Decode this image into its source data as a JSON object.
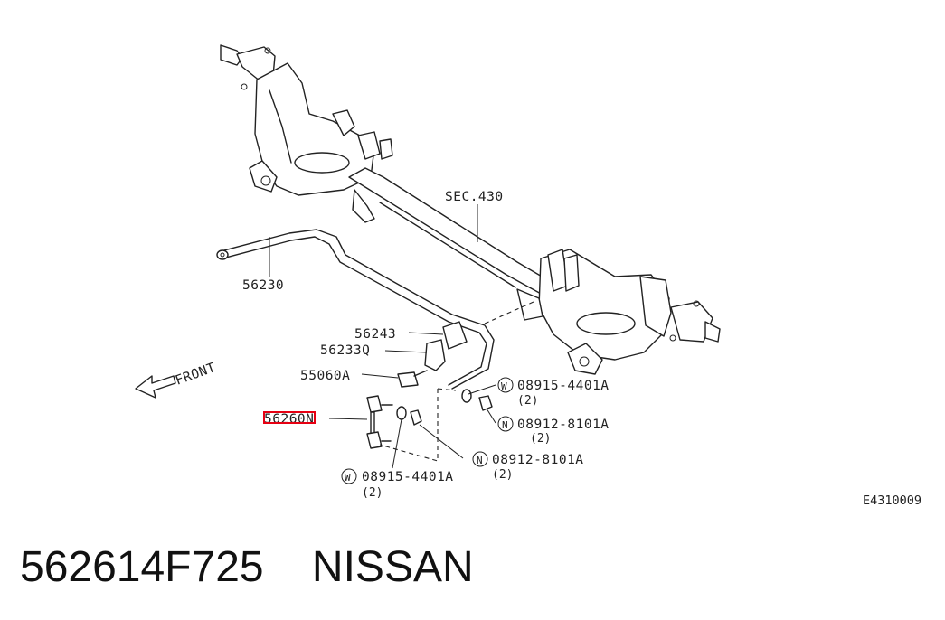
{
  "diagram": {
    "sec_ref": "SEC.430",
    "direction_label": "FRONT",
    "figure_code": "E4310009",
    "parts": {
      "stabilizer_bar": "56230",
      "bushing": "56243",
      "clamp": "56233Q",
      "bolt": "55060A",
      "connecting_rod": "56260N",
      "washer_upper": "08915-4401A",
      "washer_upper_qty": "(2)",
      "nut_upper": "08912-8101A",
      "nut_upper_qty": "(2)",
      "nut_lower": "08912-8101A",
      "nut_lower_qty": "(2)",
      "washer_lower": "08915-4401A",
      "washer_lower_qty": "(2)"
    },
    "symbols": {
      "washer": "W",
      "nut": "N"
    },
    "highlight_color": "#e60012"
  },
  "caption": {
    "part_number": "562614F725",
    "brand": "NISSAN"
  }
}
